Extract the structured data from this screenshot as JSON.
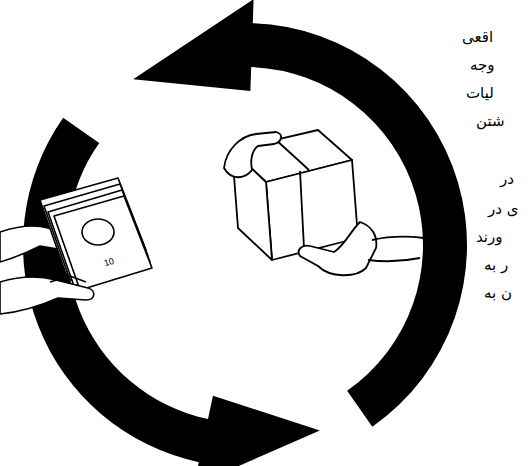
{
  "diagram": {
    "labels": [
      "اقعی",
      "وجه",
      "لیات",
      "شتن",
      "در",
      "ی در",
      "ورند",
      "ر به",
      "ن به",
      "10"
    ]
  }
}
